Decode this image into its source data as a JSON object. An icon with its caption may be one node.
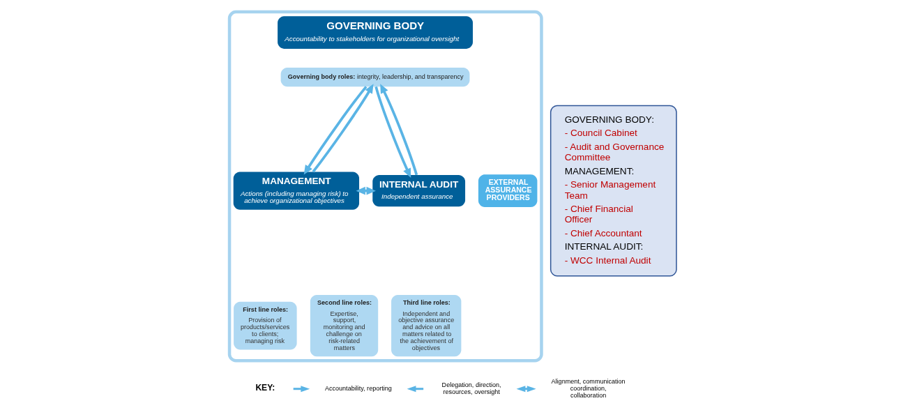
{
  "diagram": {
    "nodes": [
      {
        "text": [],
        "shape": "box"
      },
      {
        "text": [
          "GOVERNING BODY",
          "Accountability to stakeholders for organizational oversight"
        ],
        "in": 0
      },
      {
        "text": [
          "**Governing body roles:** integrity, leadership, and transparency"
        ],
        "in": 0
      },
      {
        "text": [
          "MANAGEMENT",
          "Actions (including managing risk) to achieve organizational objectives"
        ],
        "in": 0
      },
      {
        "text": [
          "First line roles:",
          "Provision of products/services to clients; managing risk"
        ],
        "in": 0
      },
      {
        "text": [
          "Second line roles:",
          "Expertise, support, monitoring and challenge on risk-related matters"
        ],
        "in": 0
      },
      {
        "text": [
          "INTERNAL AUDIT",
          "Independent assurance"
        ],
        "in": 0
      },
      {
        "text": [
          "Third line roles:",
          "Independent and objective assurance and advice on all matters related to the achievement of objectives"
        ],
        "in": 0
      },
      {
        "text": [
          "EXTERNAL ASSURANCE PROVIDERS"
        ],
        "in": 0
      },
      {
        "text": [
          "GOVERNING BODY:",
          "- Council Cabinet",
          "- Audit and Governance Committee",
          "MANAGEMENT:",
          "- Senior Management Team",
          "- Chief Financial Officer",
          "- Chief Accountant",
          "INTERNAL AUDIT:",
          "- WCC Internal Audit"
        ]
      }
    ],
    "edges": [
      {
        "from": 2,
        "to": 3,
        "arrow": "to"
      },
      {
        "from": 3,
        "to": 2,
        "arrow": "to"
      },
      {
        "from": 2,
        "to": 6,
        "arrow": "to"
      },
      {
        "from": 6,
        "to": 2,
        "arrow": "to"
      },
      {
        "from": 3,
        "to": 6,
        "arrow": "both"
      }
    ],
    "labels": [
      "KEY:"
    ],
    "legend": [
      {
        "text": "Accountability, reporting"
      },
      {
        "text": "Delegation, direction, resources, oversight"
      },
      {
        "text": "Alignment, communication coordination, collaboration"
      }
    ]
  }
}
